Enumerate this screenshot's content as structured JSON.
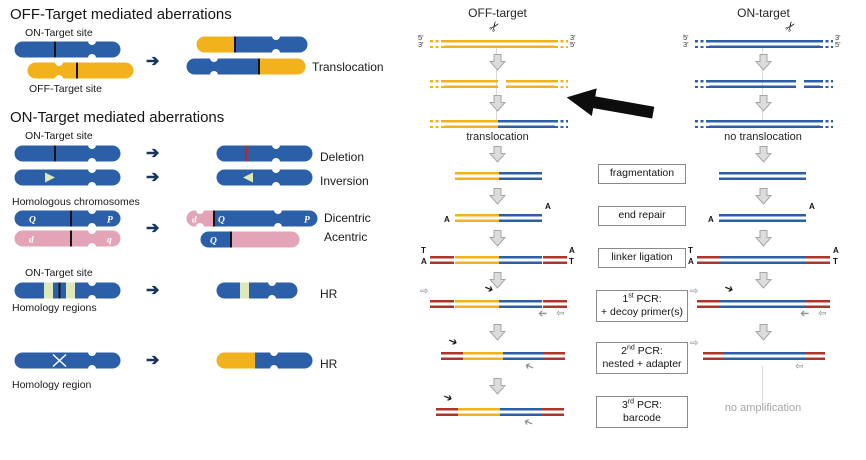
{
  "left_panel": {
    "off_heading": "OFF-Target mediated aberrations",
    "on_heading": "ON-Target mediated aberrations",
    "labels": {
      "on_target_site": "ON-Target site",
      "off_target_site": "OFF-Target site",
      "translocation": "Translocation",
      "deletion": "Deletion",
      "inversion": "Inversion",
      "homologous_chromosomes": "Homologous chromosomes",
      "dicentric": "Dicentric",
      "acentric": "Acentric",
      "hr": "HR",
      "homology_regions": "Homology regions",
      "homology_region": "Homology region"
    },
    "chromosome_letters": {
      "blue_left": "Q",
      "blue_right": "P",
      "pink_left": "d",
      "pink_right": "q",
      "dicentric_1": "d",
      "dicentric_2": "Q",
      "dicentric_3": "P",
      "acentric_1": "Q"
    }
  },
  "right_panel": {
    "off_header": "OFF-target",
    "on_header": "ON-target",
    "translocation_label": "translocation",
    "no_translocation_label": "no translocation",
    "no_amplification_label": "no amplification",
    "steps": [
      {
        "label": "fragmentation"
      },
      {
        "label": "end repair"
      },
      {
        "label": "linker ligation"
      },
      {
        "num": "1",
        "sup": "st",
        "rest": " PCR:",
        "line2": "+ decoy primer(s)"
      },
      {
        "num": "2",
        "sup": "nd",
        "rest": " PCR:",
        "line2": "nested + adapter"
      },
      {
        "num": "3",
        "sup": "rd",
        "rest": " PCR:",
        "line2": "barcode"
      }
    ],
    "strand_labels": {
      "five_prime": "5'",
      "three_prime": "3'",
      "adenine": "A",
      "thymine": "T"
    }
  },
  "icons": {
    "scissors": "✂",
    "arrow_right": "➔",
    "primer_solid": "➔",
    "primer_outline": "⇨"
  },
  "colors": {
    "chromosome_blue": "#2b5fa7",
    "chromosome_yellow": "#f2b21c",
    "chromosome_pink": "#e3a4b8",
    "homology_green": "#dfe8bb",
    "linker_red": "#ae352a",
    "deletion_red": "#d01f1f",
    "navy_arrow": "#17365d",
    "flow_arrow_fill": "#dcdcdc",
    "flow_arrow_stroke": "#a6a6a6",
    "box_border": "#8a8a8a",
    "muted_text": "#a6a6a6"
  }
}
